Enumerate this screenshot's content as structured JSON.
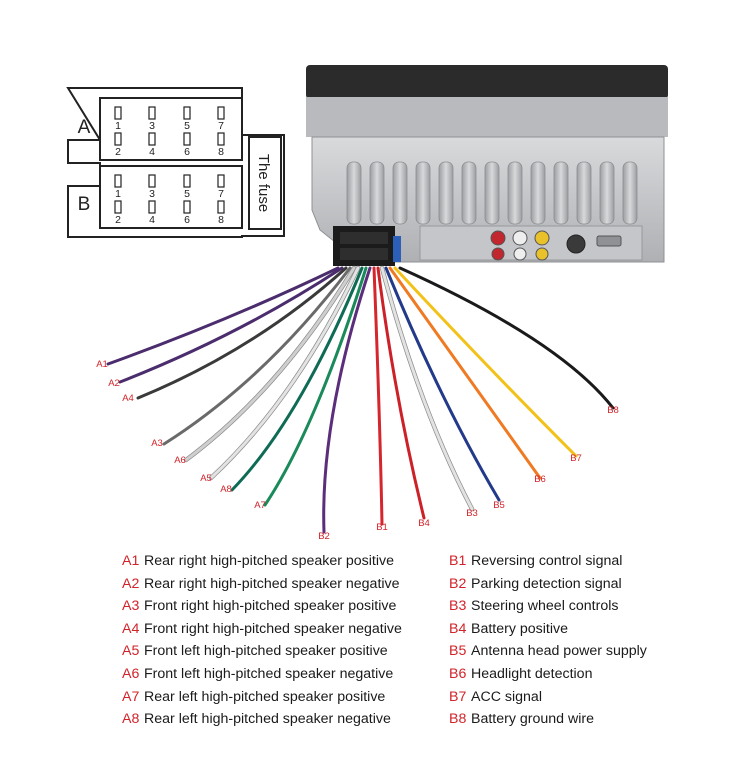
{
  "connector": {
    "rows": [
      {
        "label": "A",
        "top_pins": [
          "1",
          "3",
          "5",
          "7"
        ],
        "bottom_pins": [
          "2",
          "4",
          "6",
          "8"
        ]
      },
      {
        "label": "B",
        "top_pins": [
          "1",
          "3",
          "5",
          "7"
        ],
        "bottom_pins": [
          "2",
          "4",
          "6",
          "8"
        ]
      }
    ],
    "fuse_label": "The fuse"
  },
  "wires": [
    {
      "code": "A1",
      "color": "#4b2d6e"
    },
    {
      "code": "A2",
      "color": "#4b2d6e"
    },
    {
      "code": "A4",
      "color": "#3a3a3a"
    },
    {
      "code": "A3",
      "color": "#6a6a6a"
    },
    {
      "code": "A6",
      "color": "#cfcfcf"
    },
    {
      "code": "A5",
      "color": "#e3e3e3"
    },
    {
      "code": "A8",
      "color": "#0f6b55"
    },
    {
      "code": "A7",
      "color": "#1b8a5a"
    },
    {
      "code": "B2",
      "color": "#5b2d7a"
    },
    {
      "code": "B1",
      "color": "#d6262d"
    },
    {
      "code": "B4",
      "color": "#cc2128"
    },
    {
      "code": "B3",
      "color": "#e2e2e2"
    },
    {
      "code": "B5",
      "color": "#233a8a"
    },
    {
      "code": "B6",
      "color": "#ef7a23"
    },
    {
      "code": "B7",
      "color": "#f2c21a"
    },
    {
      "code": "B8",
      "color": "#1a1a1a"
    }
  ],
  "legend": {
    "left": [
      {
        "code": "A1",
        "text": "Rear right high-pitched speaker positive"
      },
      {
        "code": "A2",
        "text": "Rear right high-pitched speaker negative"
      },
      {
        "code": "A3",
        "text": "Front right high-pitched speaker positive"
      },
      {
        "code": "A4",
        "text": "Front right high-pitched speaker negative"
      },
      {
        "code": "A5",
        "text": "Front left high-pitched speaker positive"
      },
      {
        "code": "A6",
        "text": "Front left high-pitched speaker negative"
      },
      {
        "code": "A7",
        "text": "Rear left high-pitched speaker positive"
      },
      {
        "code": "A8",
        "text": "Rear left high-pitched speaker negative"
      }
    ],
    "right": [
      {
        "code": "B1",
        "text": "Reversing control signal"
      },
      {
        "code": "B2",
        "text": "Parking detection signal"
      },
      {
        "code": "B3",
        "text": "Steering wheel controls"
      },
      {
        "code": "B4",
        "text": "Battery positive"
      },
      {
        "code": "B5",
        "text": "Antenna head power supply"
      },
      {
        "code": "B6",
        "text": "Headlight detection"
      },
      {
        "code": "B7",
        "text": "ACC signal"
      },
      {
        "code": "B8",
        "text": "Battery ground wire"
      }
    ]
  },
  "colors": {
    "label_red": "#d2232a",
    "unit_body": "#c9cbce",
    "unit_top": "#2a2a2a",
    "outline": "#222222"
  }
}
